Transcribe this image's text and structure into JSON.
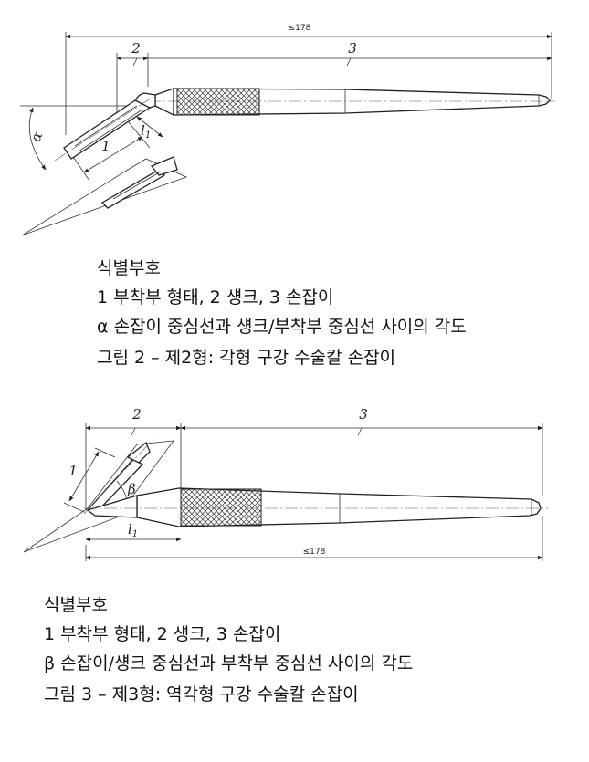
{
  "figure2": {
    "dim_total": "≤178",
    "dim_part1": "1",
    "dim_part2": "2",
    "dim_part3": "3",
    "dim_l1": "l",
    "dim_l1_sub": "1",
    "angle_label": "α",
    "legend_title": "식별부호",
    "legend_line1": "1 부착부 형태, 2 섕크, 3 손잡이",
    "legend_line2": "α 손잡이 중심선과 섕크/부착부 중심선 사이의 각도",
    "caption": "그림 2 – 제2형: 각형 구강 수술칼 손잡이"
  },
  "figure3": {
    "dim_total": "≤178",
    "dim_part1": "1",
    "dim_part2": "2",
    "dim_part3": "3",
    "dim_l1": "l",
    "dim_l1_sub": "1",
    "angle_label": "β",
    "legend_title": "식별부호",
    "legend_line1": "1 부착부 형태, 2 섕크, 3 손잡이",
    "legend_line2": "β 손잡이/섕크 중심선과 부착부 중심선 사이의 각도",
    "caption": "그림 3 – 제3형: 역각형 구강 수술칼 손잡이"
  }
}
